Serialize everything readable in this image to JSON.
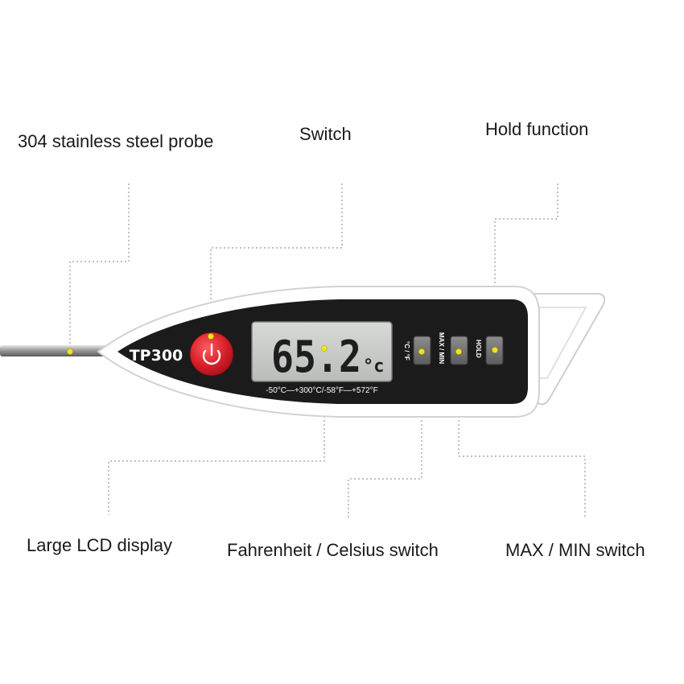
{
  "callouts": {
    "probe": "304 stainless steel probe",
    "switch": "Switch",
    "hold_function": "Hold function",
    "lcd_display": "Large LCD display",
    "fc_switch": "Fahrenheit / Celsius switch",
    "maxmin_switch": "MAX / MIN switch"
  },
  "device": {
    "model": "TP300",
    "reading": "65.2",
    "reading_unit": "°c",
    "range_text": "-50°C—+300°C/-58°F—+572°F",
    "buttons": {
      "cf_label": "°C / °F",
      "maxmin_label": "MAX / MIN",
      "hold_label": "HOLD"
    },
    "power_icon": "power-icon"
  },
  "colors": {
    "body_black": "#1b1b1b",
    "shell_white": "#ffffff",
    "power_red": "#d8202a",
    "lcd_bg": "#c9ccc9",
    "marker_yellow": "#f2e51a",
    "leader_gray": "#9a9a9a"
  }
}
